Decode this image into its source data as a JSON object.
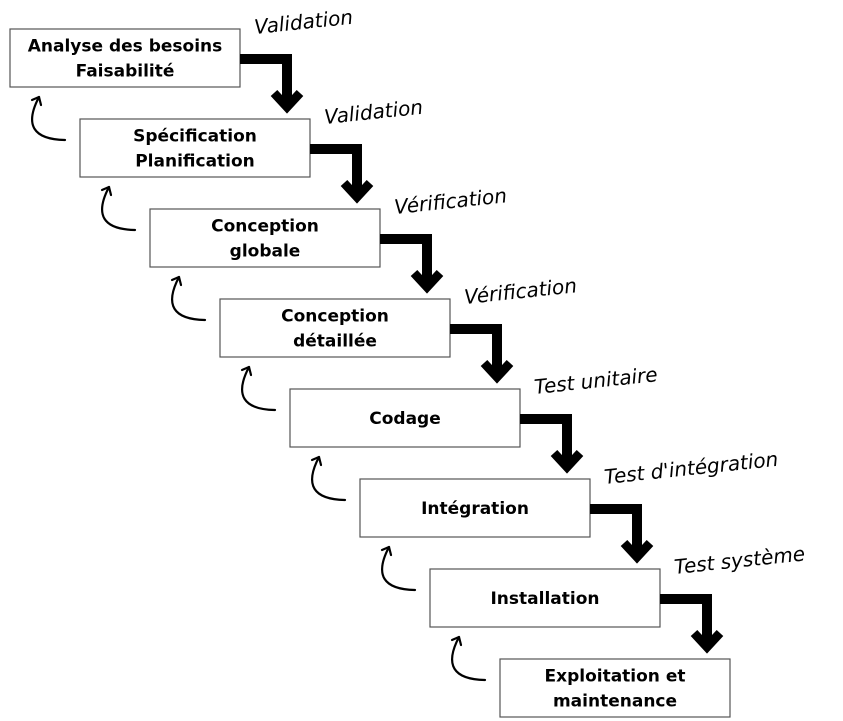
{
  "phases": [
    {
      "lines": [
        "Analyse des besoins",
        "Faisabilité"
      ]
    },
    {
      "lines": [
        "Spécification",
        "Planification"
      ]
    },
    {
      "lines": [
        "Conception",
        "globale"
      ]
    },
    {
      "lines": [
        "Conception",
        "détaillée"
      ]
    },
    {
      "lines": [
        "Codage"
      ]
    },
    {
      "lines": [
        "Intégration"
      ]
    },
    {
      "lines": [
        "Installation"
      ]
    },
    {
      "lines": [
        "Exploitation et",
        "maintenance"
      ]
    }
  ],
  "transitions": [
    "Validation",
    "Validation",
    "Vérification",
    "Vérification",
    "Test unitaire",
    "Test d'intégration",
    "Test système"
  ]
}
